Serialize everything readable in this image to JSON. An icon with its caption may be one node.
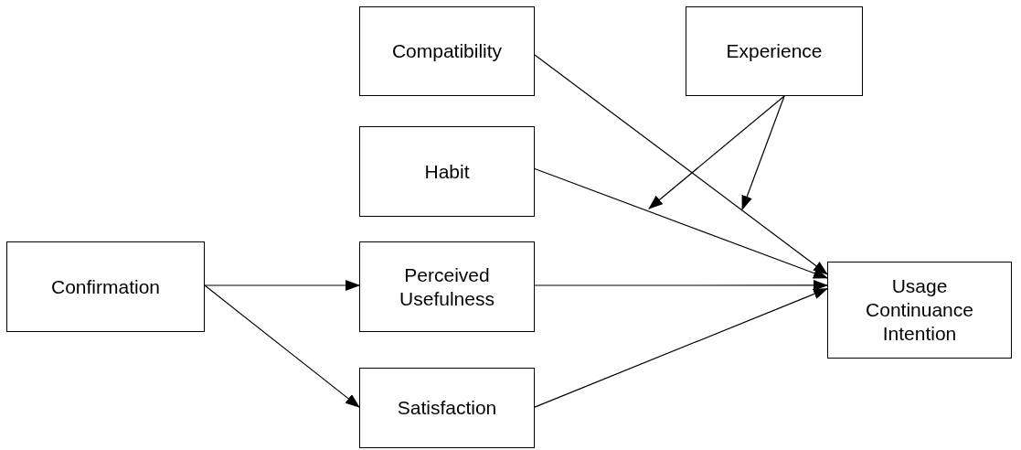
{
  "diagram": {
    "nodes": [
      {
        "text": [
          "Compatibility"
        ]
      },
      {
        "text": [
          "Experience"
        ]
      },
      {
        "text": [
          "Habit"
        ]
      },
      {
        "text": [
          "Confirmation"
        ]
      },
      {
        "text": [
          "Perceived Usefulness"
        ]
      },
      {
        "text": [
          "Usage Continuance Intention"
        ]
      },
      {
        "text": [
          "Satisfaction"
        ]
      }
    ],
    "edges": [
      {
        "from": 0,
        "to": 5,
        "arrow": "to"
      },
      {
        "from": 2,
        "to": 5,
        "arrow": "to"
      },
      {
        "from": 4,
        "to": 5,
        "arrow": "to"
      },
      {
        "from": 6,
        "to": 5,
        "arrow": "to"
      },
      {
        "from": 3,
        "to": 4,
        "arrow": "to"
      },
      {
        "from": 3,
        "to": 6,
        "arrow": "to"
      },
      {
        "from": 1,
        "to": null,
        "arrow": "to"
      },
      {
        "from": 1,
        "to": null,
        "arrow": "to"
      }
    ]
  }
}
